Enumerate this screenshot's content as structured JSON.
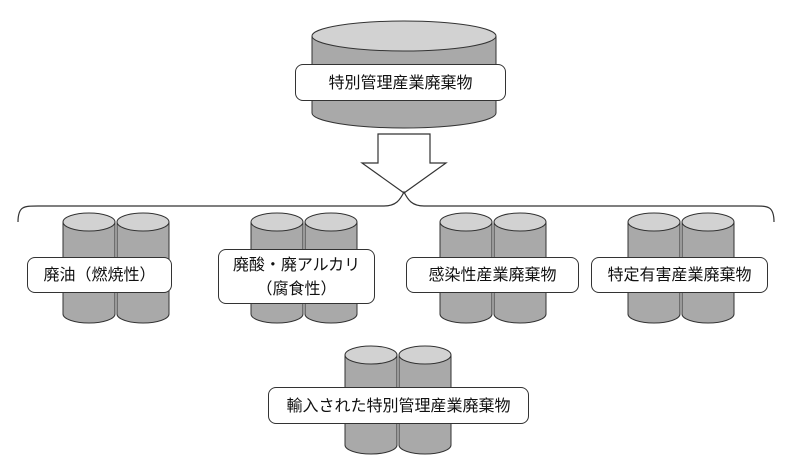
{
  "diagram": {
    "top_label": "特別管理産業廃棄物",
    "categories": [
      {
        "lines": [
          "廃油（燃焼性）"
        ]
      },
      {
        "lines": [
          "廃酸・廃アルカリ",
          "（腐食性）"
        ]
      },
      {
        "lines": [
          "感染性産業廃棄物"
        ]
      },
      {
        "lines": [
          "特定有害産業廃棄物"
        ]
      }
    ],
    "bottom_label": "輸入された特別管理産業廃棄物"
  },
  "colors": {
    "cylinder_fill": "#a9a9a9",
    "cylinder_top": "#d2d2d2",
    "stroke": "#333333",
    "label_bg": "#ffffff"
  }
}
